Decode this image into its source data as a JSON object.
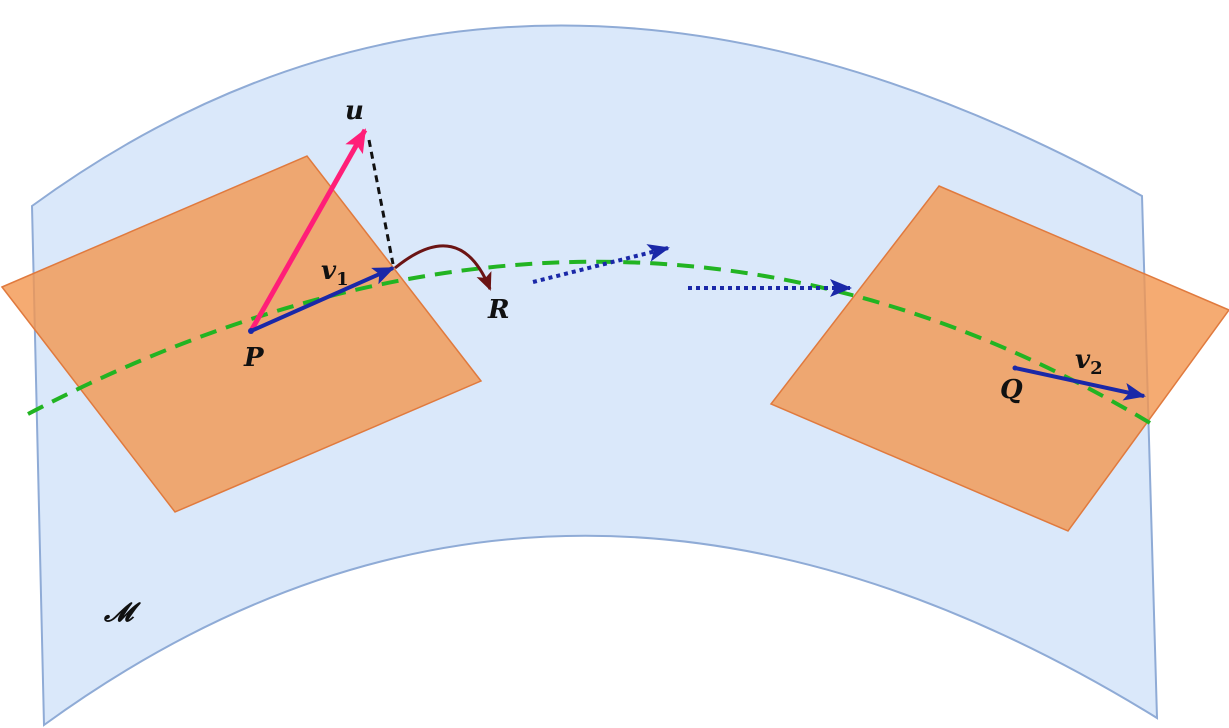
{
  "labels": {
    "u": "u",
    "v1": "v",
    "v1_sub": "1",
    "v2": "v",
    "v2_sub": "2",
    "P": "P",
    "Q": "Q",
    "R": "R",
    "M": "𝓜"
  },
  "colors": {
    "manifold_fill": "#dae8fa",
    "manifold_stroke": "#8fabd6",
    "tangent_plane_fill": "#f2964f",
    "tangent_plane_stroke": "#e07a3e",
    "geodesic": "#22b422",
    "vector_v": "#1a28a8",
    "vector_u": "#ff1e78",
    "projection": "#111111",
    "retraction": "#6b1414"
  }
}
